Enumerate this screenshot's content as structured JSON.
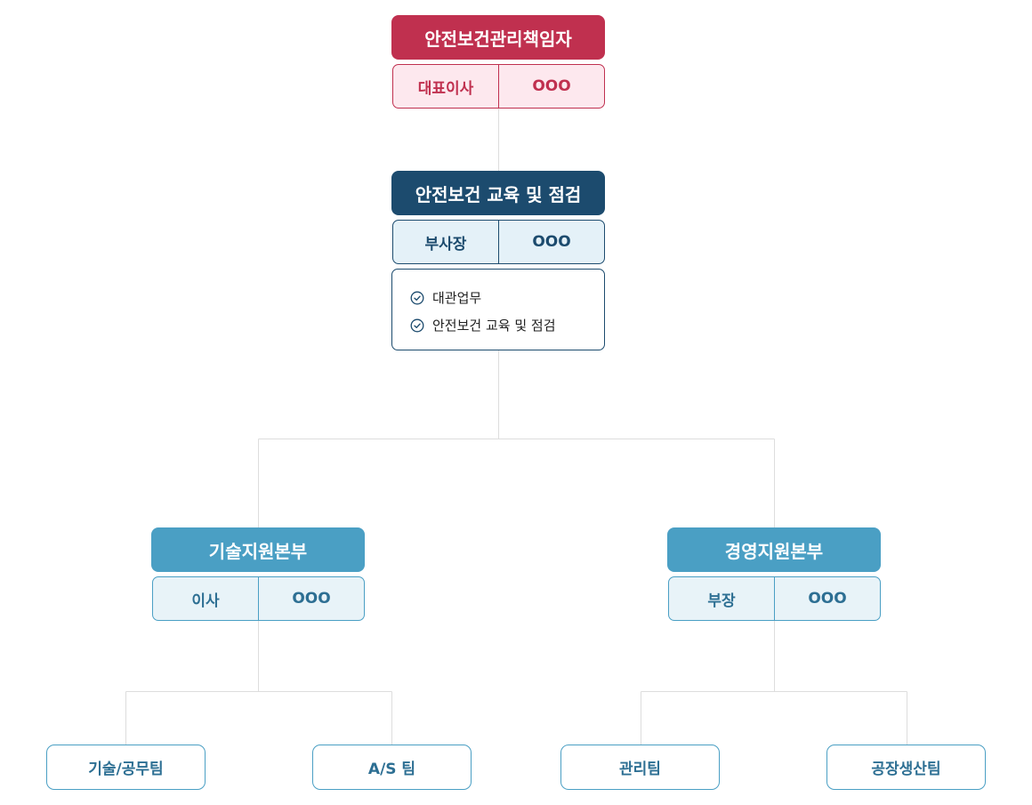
{
  "colors": {
    "ceo_accent": "#c0304f",
    "ceo_bg": "#fde8ee",
    "vp_accent": "#1c4b6e",
    "vp_bg": "#e4f1f8",
    "division_accent": "#4a9fc4",
    "division_bg": "#e8f3f8",
    "division_text": "#2d6f93",
    "line": "#dddddd"
  },
  "top": {
    "title": "안전보건관리책임자",
    "role": "대표이사",
    "name": "OOO"
  },
  "vp": {
    "title": "안전보건 교육 및 점검",
    "role": "부사장",
    "name": "OOO",
    "duties": [
      "대관업무",
      "안전보건 교육 및 점검"
    ],
    "duty_icon": "check-circle-icon"
  },
  "divisions": [
    {
      "title": "기술지원본부",
      "role": "이사",
      "name": "OOO",
      "teams": [
        "기술/공무팀",
        "A/S 팀"
      ]
    },
    {
      "title": "경영지원본부",
      "role": "부장",
      "name": "OOO",
      "teams": [
        "관리팀",
        "공장생산팀"
      ]
    }
  ]
}
